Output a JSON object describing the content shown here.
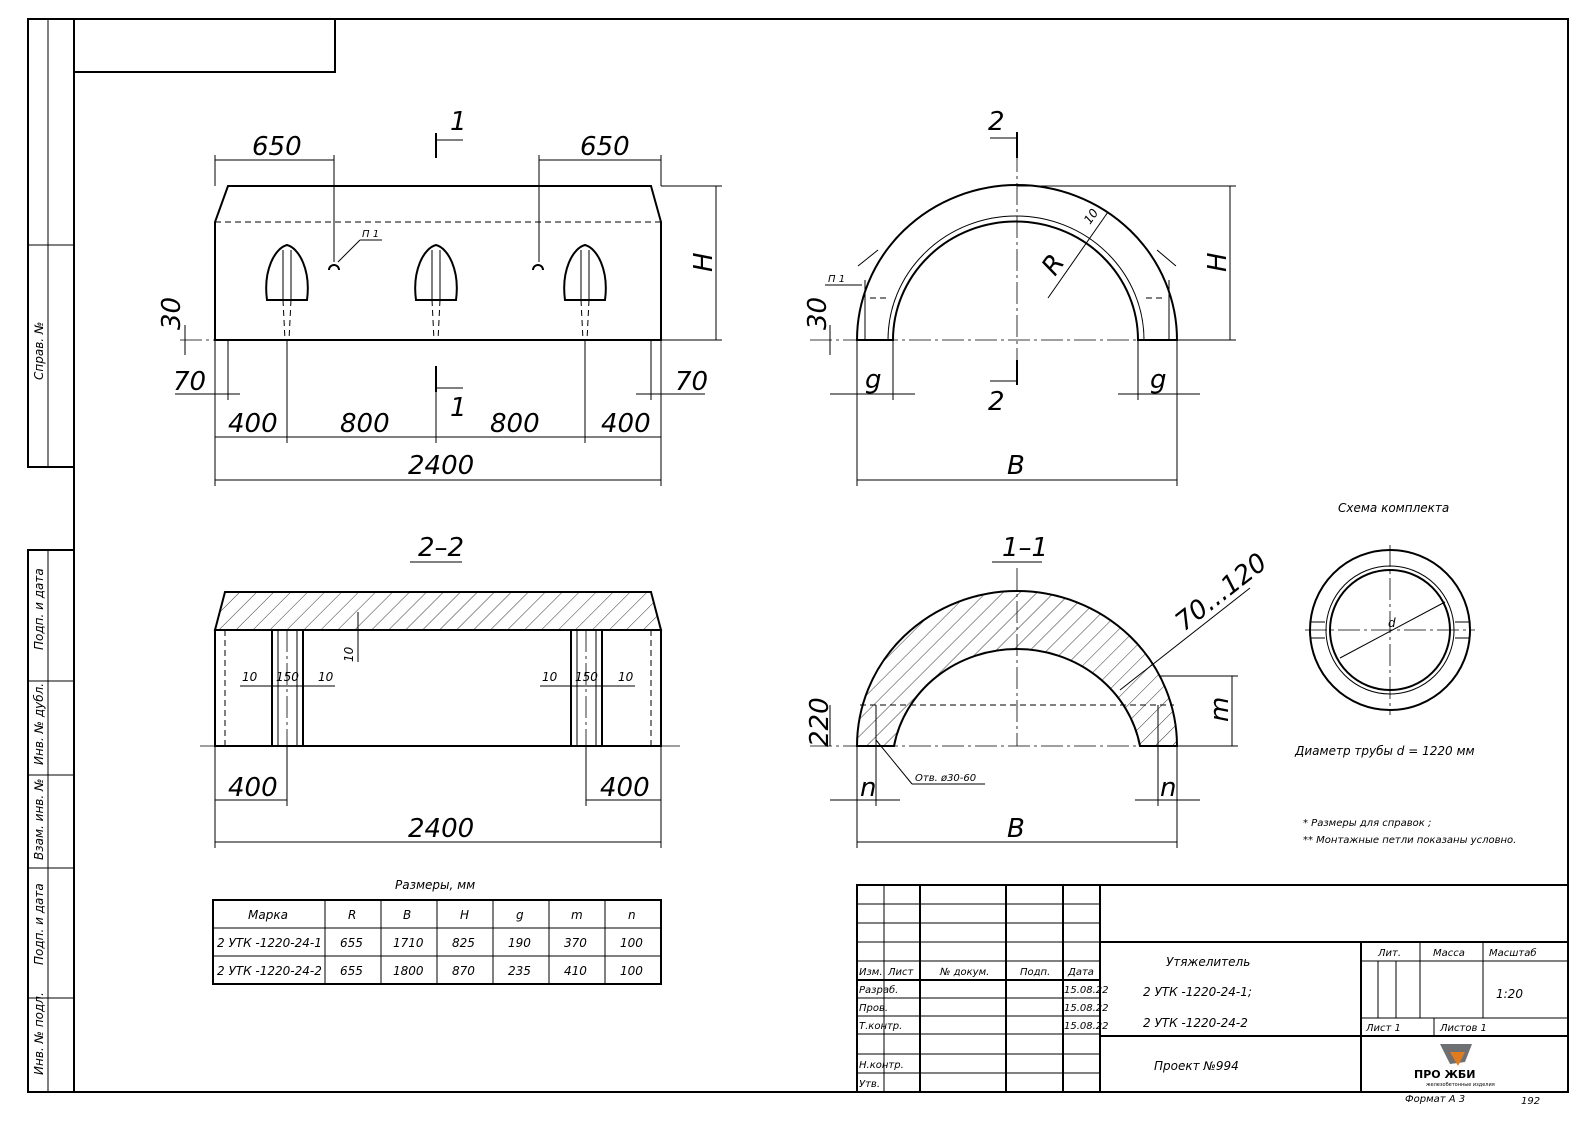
{
  "views": {
    "front": {
      "section_mark": "1",
      "dim_top_left": "650",
      "dim_top_right": "650",
      "loop_label": "П 1",
      "dim_h": "H",
      "dim_30": "30",
      "dim_70_left": "70",
      "dim_70_right": "70",
      "dim_400_left": "400",
      "dim_800_left": "800",
      "dim_800_right": "800",
      "dim_400_right": "400",
      "dim_total": "2400"
    },
    "side": {
      "section_mark": "2",
      "dim_10": "10",
      "dim_r": "R",
      "dim_h": "H",
      "loop_label": "П 1",
      "dim_30": "30",
      "dim_g_left": "g",
      "dim_g_right": "g",
      "dim_b": "B"
    },
    "section_22": {
      "title": "2–2",
      "dim_10_a": "10",
      "dim_150_a": "150",
      "dim_10_b": "10",
      "dim_10_c": "10",
      "dim_150_b": "150",
      "dim_10_d": "10",
      "dim_10_vert": "10",
      "dim_400_left": "400",
      "dim_400_right": "400",
      "dim_total": "2400"
    },
    "section_11": {
      "title": "1–1",
      "dim_thickness": "70...120",
      "dim_220": "220",
      "dim_m": "m",
      "hole_label": "Отв. ø30-60",
      "dim_n_left": "n",
      "dim_n_right": "n",
      "dim_b": "B"
    }
  },
  "kit_scheme": {
    "title": "Схема комплекта",
    "d_label": "d",
    "pipe_diameter": "Диаметр трубы  d = 1220  мм"
  },
  "notes": [
    "* Размеры для справок ;",
    "** Монтажные петли показаны условно."
  ],
  "sizes_table": {
    "caption": "Размеры, мм",
    "headers": [
      "Марка",
      "R",
      "B",
      "H",
      "g",
      "m",
      "n"
    ],
    "rows": [
      [
        "2 УТК -1220-24-1",
        "655",
        "1710",
        "825",
        "190",
        "370",
        "100"
      ],
      [
        "2 УТК -1220-24-2",
        "655",
        "1800",
        "870",
        "235",
        "410",
        "100"
      ]
    ]
  },
  "side_stamp": [
    "Справ. №",
    "Подп. и дата",
    "Инв. № дубл.",
    "Взам. инв. №",
    "Подп. и дата",
    "Инв. № подл."
  ],
  "title_block": {
    "col_headers": [
      "Изм.",
      "Лист",
      "№ докум.",
      "Подп.",
      "Дата"
    ],
    "roles": [
      {
        "role": "Разраб.",
        "date": "15.08.22"
      },
      {
        "role": "Пров.",
        "date": "15.08.22"
      },
      {
        "role": "Т.контр.",
        "date": "15.08.22"
      },
      {
        "role": "Н.контр.",
        "date": ""
      },
      {
        "role": "Утв.",
        "date": ""
      }
    ],
    "product_name": "Утяжелитель",
    "product_code_1": "2 УТК -1220-24-1;",
    "product_code_2": "2 УТК -1220-24-2",
    "project": "Проект  №994",
    "lit_label": "Лит.",
    "mass_label": "Масса",
    "scale_label": "Масштаб",
    "scale_value": "1:20",
    "sheet_label": "Лист  1",
    "sheets_label": "Листов  1",
    "logo_text": "ПРО ЖБИ",
    "logo_subtext": "железобетонные изделия",
    "format": "Формат А 3",
    "page_number": "192"
  }
}
